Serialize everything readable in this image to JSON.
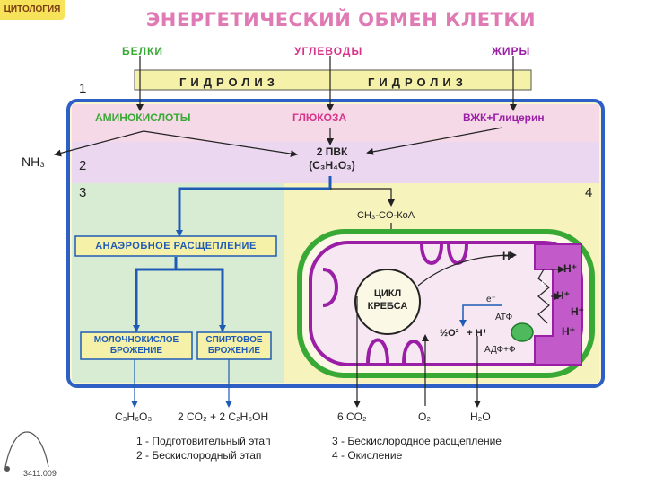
{
  "corner_label": "ЦИТОЛОГИЯ",
  "title": "ЭНЕРГЕТИЧЕСКИЙ ОБМЕН КЛЕТКИ",
  "sources": {
    "proteins": "БЕЛКИ",
    "carbs": "УГЛЕВОДЫ",
    "fats": "ЖИРЫ"
  },
  "hydrolysis_left": "ГИДРОЛИЗ",
  "hydrolysis_right": "ГИДРОЛИЗ",
  "stage_numbers": {
    "n1": "1",
    "n2": "2",
    "n3": "3",
    "n4": "4"
  },
  "monomers": {
    "amino": "АМИНОКИСЛОТЫ",
    "glucose": "ГЛЮКОЗА",
    "fatty": "ВЖК+Глицерин"
  },
  "nh3": "NH₃",
  "pvk": {
    "line1": "2 ПВК",
    "line2": "(C₃H₄O₃)"
  },
  "acetyl": "CH₃-CO-КоА",
  "anaerobic": "АНАЭРОБНОЕ РАСЩЕПЛЕНИЕ",
  "lactic": {
    "line1": "МОЛОЧНОКИСЛОЕ",
    "line2": "БРОЖЕНИЕ"
  },
  "alcohol": {
    "line1": "СПИРТОВОЕ",
    "line2": "БРОЖЕНИЕ"
  },
  "krebs": {
    "line1": "ЦИКЛ",
    "line2": "КРЕБСА"
  },
  "mito_labels": {
    "h_dot": "H•",
    "h_plus": "H⁺",
    "electron": "e⁻",
    "e_chain": "e",
    "atf": "АТФ",
    "adf": "АДФ+Ф",
    "oxygen": "½O²⁻ + H⁺"
  },
  "products": {
    "p1": "C₃H₆O₃",
    "p2": "2 CO₂ + 2 C₂H₅OH",
    "p3": "6 CO₂",
    "p4": "O₂",
    "p5": "H₂O"
  },
  "legend": {
    "l1": "1 - Подготовительный этап",
    "l2": "2 - Бескислородный этап",
    "l3": "3 - Бескислородное расщепление",
    "l4": "4 - Окисление"
  },
  "code": "3411.009",
  "colors": {
    "title": "#e07ab4",
    "green": "#39a935",
    "pink": "#d9338a",
    "magenta": "#9b1fa6",
    "blue": "#1f5bb5"
  }
}
